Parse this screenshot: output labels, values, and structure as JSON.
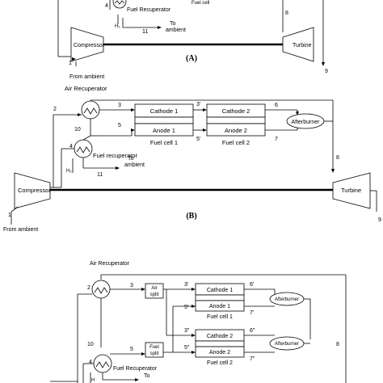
{
  "panel_a": {
    "caption": "(A)",
    "compressor": "Compressor",
    "turbine": "Turbine",
    "fuel_recuperator": "Fuel Recuperator",
    "fuel_cell": "Fuel cell",
    "to_ambient": [
      "To",
      "ambient"
    ],
    "from_ambient": "From ambient",
    "h2": "H₂",
    "s4": "4",
    "s11": "11",
    "s8": "8",
    "s1": "1",
    "s9": "9"
  },
  "panel_b": {
    "caption": "(B)",
    "air_recuperator": "Air Recuperator",
    "fuel_recuperator": "Fuel recuperator",
    "cathode_1": "Cathode 1",
    "anode_1": "Anode 1",
    "fuel_cell_1": "Fuel cell 1",
    "cathode_2": "Cathode 2",
    "anode_2": "Anode 2",
    "fuel_cell_2": "Fuel cell 2",
    "afterburner": "Afterburner",
    "compressor": "Compressor",
    "turbine": "Turbine",
    "to_ambient": [
      "To",
      "ambient"
    ],
    "from_ambient": "From ambient",
    "h2": "H₂",
    "s2": "2",
    "s3": "3",
    "s3p": "3'",
    "s6": "6",
    "s10": "10",
    "s5": "5",
    "s5p": "5'",
    "s7": "7",
    "s4": "4",
    "s11": "11",
    "s8": "8",
    "s1": "1",
    "s9": "9"
  },
  "panel_c": {
    "air_recuperator": "Air Recuperator",
    "air_split": [
      "Air",
      "split"
    ],
    "fuel_split": [
      "Fuel",
      "split"
    ],
    "cathode_1": "Cathode 1",
    "anode_1": "Anode 1",
    "fuel_cell_1": "Fuel cell 1",
    "cathode_2": "Cathode 2",
    "anode_2": "Anode 2",
    "fuel_cell_2": "Fuel cell 2",
    "afterburner": "Afterburner",
    "fuel_recuperator": "Fuel Recuperator",
    "to_ambient": [
      "To"
    ],
    "h2": "H",
    "s2": "2",
    "s3": "3",
    "s3p": "3'",
    "s6p": "6'",
    "s5p": "5'",
    "s7p": "7'",
    "s10": "10",
    "s3pp": "3\"",
    "s6pp": "6\"",
    "s4": "4",
    "s5": "5",
    "s5pp": "5\"",
    "s7pp": "7\"",
    "s8": "8"
  }
}
